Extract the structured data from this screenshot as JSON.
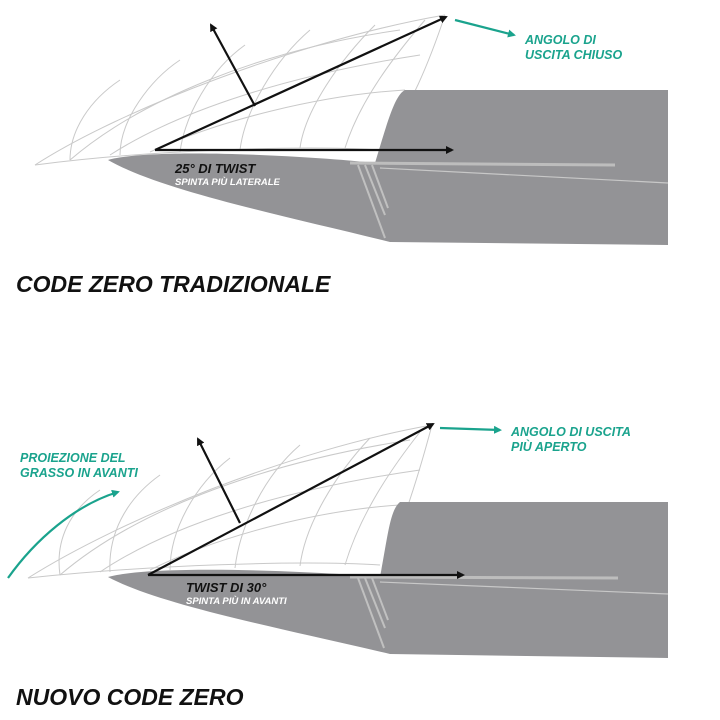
{
  "colors": {
    "accent": "#1aa38d",
    "hull": "#939396",
    "text": "#111111"
  },
  "panels": [
    {
      "title": "CODE ZERO TRADIZIONALE",
      "twist_label": "25° DI TWIST",
      "twist_sub": "SPINTA PIÙ LATERALE",
      "exit_label": [
        "ANGOLO DI",
        "USCITA CHIUSO"
      ]
    },
    {
      "title": "NUOVO CODE ZERO",
      "twist_label": "TWIST DI 30°",
      "twist_sub": "SPINTA PIÙ IN AVANTI",
      "exit_label": [
        "ANGOLO DI USCITA",
        "PIÙ APERTO"
      ],
      "draft_label": [
        "PROIEZIONE DEL",
        "GRASSO IN AVANTI"
      ]
    }
  ]
}
